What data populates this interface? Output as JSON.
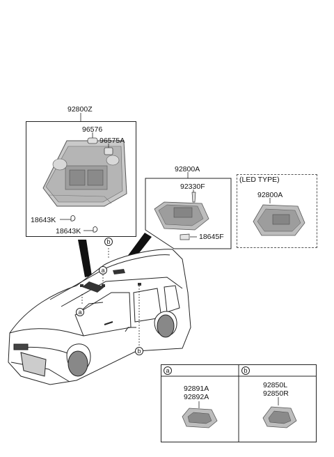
{
  "main_assembly": {
    "part": "92800Z",
    "bulb_1": "96576",
    "bulb_2": "96575A",
    "clip_1": "18643K",
    "clip_2": "18643K"
  },
  "room_lamp": {
    "part": "92800A",
    "bulb": "92330F",
    "clip": "18645F"
  },
  "led_variant": {
    "heading": "(LED TYPE)",
    "part": "92800A"
  },
  "callouts": {
    "a": "a",
    "b": "b"
  },
  "legend": {
    "a_key": "a",
    "a_parts": [
      "92891A",
      "92892A"
    ],
    "b_key": "b",
    "b_parts": [
      "92850L",
      "92850R"
    ]
  }
}
